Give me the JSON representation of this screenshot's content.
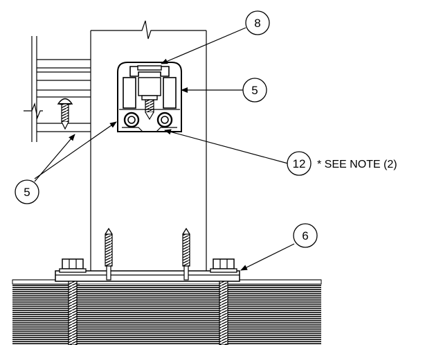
{
  "callouts": [
    {
      "id": "c1",
      "label": "8"
    },
    {
      "id": "c2",
      "label": "5"
    },
    {
      "id": "c3",
      "label": "12"
    },
    {
      "id": "c4",
      "label": "5"
    },
    {
      "id": "c5",
      "label": "6"
    }
  ],
  "note": "* SEE NOTE (2)"
}
